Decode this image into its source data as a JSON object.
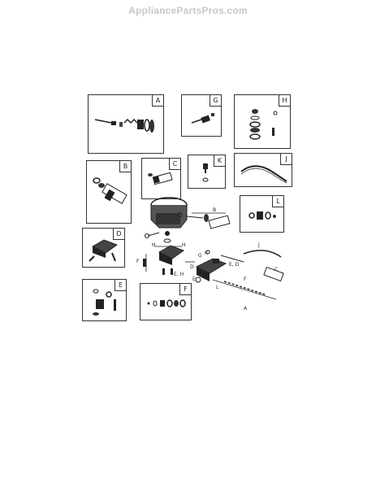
{
  "watermark": "AppliancePartsPros.com",
  "inset_labels": {
    "A": "A",
    "G": "G",
    "H": "H",
    "B": "B",
    "C": "C",
    "K": "K",
    "J": "J",
    "L": "L",
    "D": "D",
    "E": "E",
    "F": "F"
  },
  "diagram_labels": {
    "b": "B",
    "h1": "H",
    "h2": "H",
    "f": "F",
    "d": "D",
    "eh": "E, H",
    "k": "K",
    "j": "J",
    "ed": "E, D",
    "c": "C",
    "e": "E",
    "f2": "F",
    "l": "L",
    "a": "A",
    "g": "G"
  }
}
